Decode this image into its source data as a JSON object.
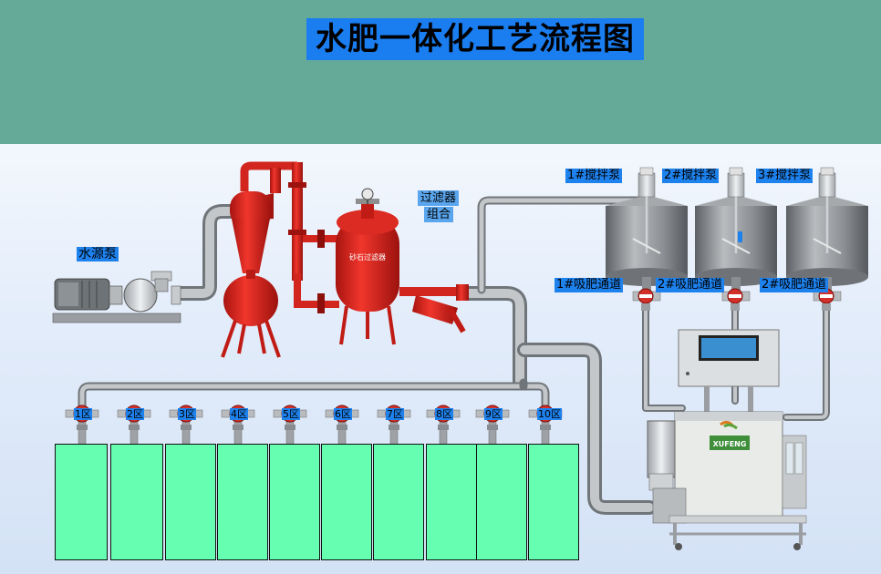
{
  "title": "水肥一体化工艺流程图",
  "labels": {
    "water_pump": "水源泵",
    "filter_group_line1": "过滤器",
    "filter_group_line2": "组合",
    "sand_filter_text": "砂石过滤器",
    "stir_pumps": [
      "1#搅拌泵",
      "2#搅拌泵",
      "3#搅拌泵"
    ],
    "suction_channels": [
      "1#吸肥通道",
      "2#吸肥通道",
      "2#吸肥通道"
    ],
    "brand": "XUFENG"
  },
  "zones": [
    "1区",
    "2区",
    "3区",
    "4区",
    "5区",
    "6区",
    "7区",
    "8区",
    "9区",
    "10区"
  ],
  "colors": {
    "banner": "#65aa99",
    "title_bg": "#1a7df0",
    "label_bg": "#1e82ee",
    "field": "#66ffb2",
    "pipe": "#a9aeb2",
    "equipment_red": "#e4231c",
    "tank": "#8b8f93"
  }
}
